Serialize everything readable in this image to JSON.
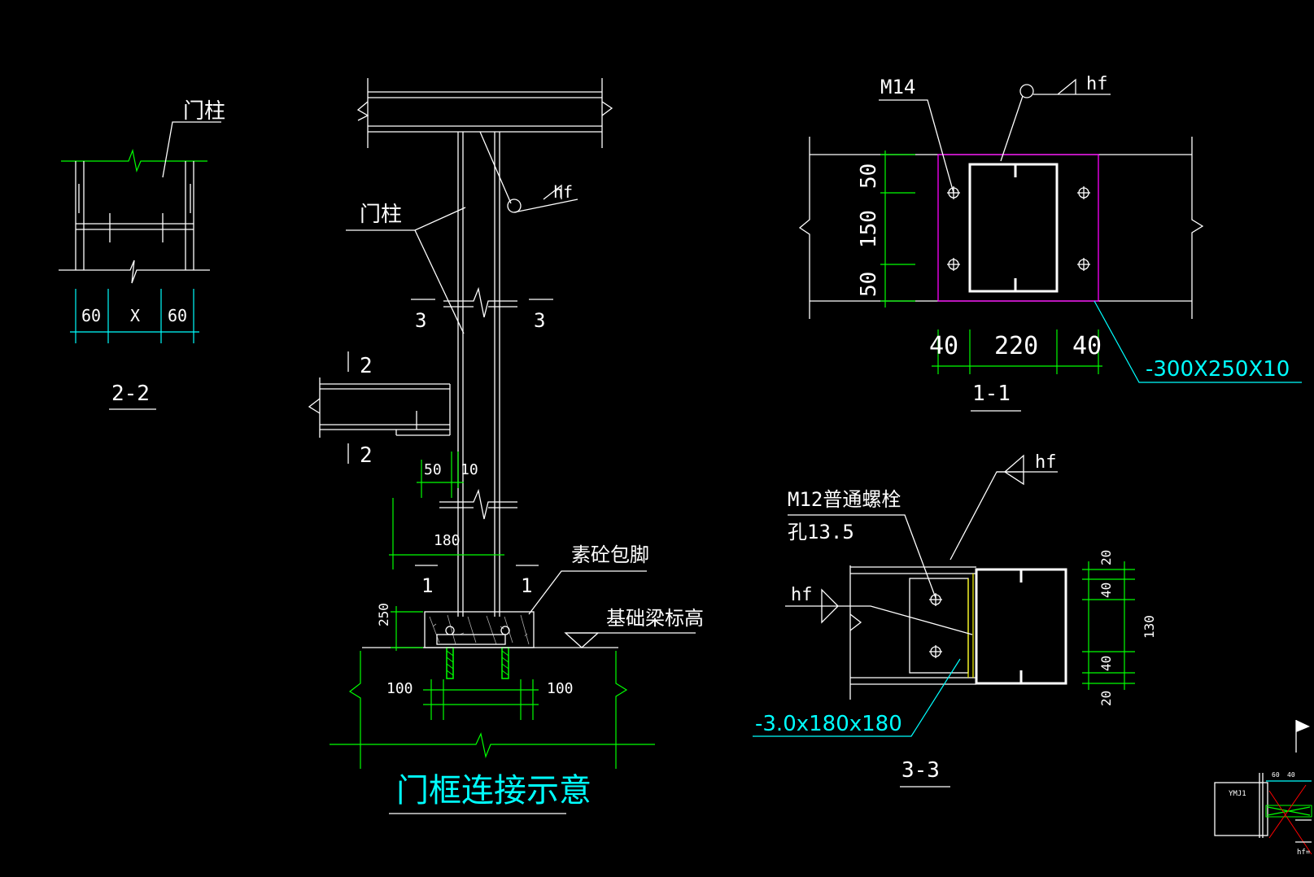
{
  "section_2_2": {
    "label_men_zhu": "门柱",
    "dim_left": "60",
    "dim_mid": "X",
    "dim_right": "60",
    "title": "2-2"
  },
  "elevation": {
    "label_men_zhu": "门柱",
    "hf_top": "hf",
    "cut3_left": "3",
    "cut3_right": "3",
    "cut2_top": "2",
    "cut2_bottom": "2",
    "dim_50": "50",
    "dim_10": "10",
    "dim_180": "180",
    "cut1_left": "1",
    "cut1_right": "1",
    "label_concrete": "素砼包脚",
    "label_beam_elev": "基础梁标高",
    "dim_250": "250",
    "dim_100_left": "100",
    "dim_100_right": "100",
    "title": "门框连接示意"
  },
  "section_1_1": {
    "bolt": "M14",
    "hf": "hf",
    "dim_50_top": "50",
    "dim_150": "150",
    "dim_50_bottom": "50",
    "dim_40_left": "40",
    "dim_220": "220",
    "dim_40_right": "40",
    "plate": "-300X250X10",
    "title": "1-1"
  },
  "section_3_3": {
    "hf_top": "hf",
    "bolt": "M12普通螺栓",
    "hole": "孔13.5",
    "hf_left": "hf",
    "plate": "-3.0x180x180",
    "dim_20_top": "20",
    "dim_40_top": "40",
    "dim_130": "130",
    "dim_40_bottom": "40",
    "dim_20_bottom": "20",
    "title": "3-3"
  },
  "thumbnail": {
    "label": "YMJ1",
    "dim_60": "60",
    "dim_40": "40",
    "hf_eq": "hf="
  }
}
